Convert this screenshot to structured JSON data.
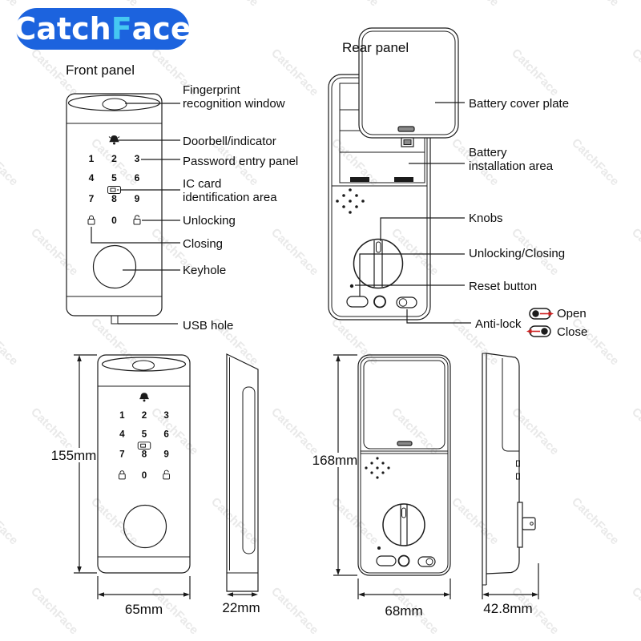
{
  "logo": {
    "part1": "Catch",
    "accent": "F",
    "part2": "ace"
  },
  "sections": {
    "front_title": "Front panel",
    "rear_title": "Rear panel"
  },
  "keypad": {
    "digits": [
      "1",
      "2",
      "3",
      "4",
      "5",
      "6",
      "7",
      "8",
      "9",
      "0"
    ]
  },
  "front_labels": {
    "fingerprint_1": "Fingerprint",
    "fingerprint_2": "recognition window",
    "doorbell": "Doorbell/indicator",
    "password": "Password entry panel",
    "ic_1": "IC card",
    "ic_2": "identification area",
    "unlocking": "Unlocking",
    "closing": "Closing",
    "keyhole": "Keyhole",
    "usb": "USB hole"
  },
  "rear_labels": {
    "battery_cover": "Battery cover plate",
    "battery_install_1": "Battery",
    "battery_install_2": "installation area",
    "knobs": "Knobs",
    "unlock_close": "Unlocking/Closing",
    "reset": "Reset button",
    "anti_lock": "Anti-lock",
    "open": "Open",
    "close": "Close"
  },
  "dimensions": {
    "front_height": "155mm",
    "front_width": "65mm",
    "front_depth": "22mm",
    "rear_height": "168mm",
    "rear_width": "68mm",
    "rear_depth": "42.8mm"
  },
  "watermark": {
    "text": "CatchFace"
  },
  "colors": {
    "logo_bg": "#1c63de",
    "logo_accent": "#45c8f2",
    "line": "#1b1b1b",
    "toggle_arrow_red": "#cc2020",
    "watermark_gray": "#e9e9e9"
  }
}
